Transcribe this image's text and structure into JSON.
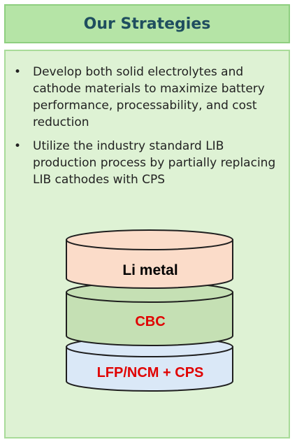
{
  "header": {
    "title": "Our Strategies"
  },
  "strategies": [
    "Develop both solid electrolytes and cathode materials to maximize battery performance, processability, and cost reduction",
    "Utilize the industry standard LIB production process by partially replacing LIB cathodes with CPS"
  ],
  "bullet_symbol": "•",
  "layers": [
    {
      "label": "Li metal",
      "fill": "#fbdcc9",
      "text_color": "#000000"
    },
    {
      "label": "CBC",
      "fill": "#c5e0b4",
      "text_color": "#e00000"
    },
    {
      "label": "LFP/NCM + CPS",
      "fill": "#dae8f7",
      "text_color": "#e00000"
    }
  ],
  "colors": {
    "header_bg": "#b5e4a6",
    "header_text": "#1f4e5f",
    "panel_bg": "#def2d4",
    "border": "#a8db99",
    "layer_outline": "#1f1f1f"
  }
}
